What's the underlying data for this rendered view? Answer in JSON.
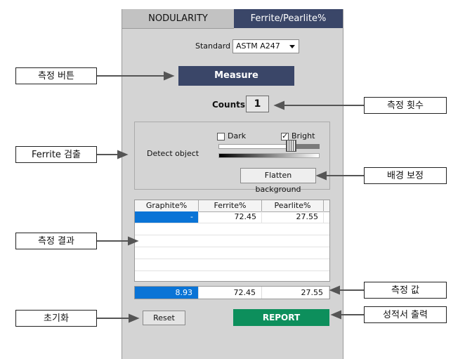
{
  "tabs": [
    {
      "label": "NODULARITY",
      "active": false
    },
    {
      "label": "Ferrite/Pearlite%",
      "active": true
    }
  ],
  "standard": {
    "label": "Standard",
    "selected": "ASTM A247"
  },
  "measure_button": "Measure",
  "counts": {
    "label": "Counts",
    "value": "1"
  },
  "detect": {
    "label": "Detect object",
    "dark_label": "Dark",
    "dark_checked": false,
    "bright_label": "Bright",
    "bright_checked": true,
    "flatten_button": "Flatten background"
  },
  "result_table": {
    "headers": [
      "Graphite%",
      "Ferrite%",
      "Pearlite%"
    ],
    "rows": [
      [
        "-",
        "72.45",
        "27.55"
      ]
    ]
  },
  "value_row": [
    "8.93",
    "72.45",
    "27.55"
  ],
  "reset_button": "Reset",
  "report_button": "REPORT",
  "annotations": {
    "measure_button": "측정 버튼",
    "ferrite_detect": "Ferrite 검출",
    "result": "측정 결과",
    "reset": "초기화",
    "count": "측정 횟수",
    "flatten": "배경 보정",
    "value": "측정 값",
    "report": "성적서 출력"
  },
  "colors": {
    "active_tab": "#3a4668",
    "measure_button": "#3a4668",
    "report_button": "#0d8f5c",
    "selection": "#0a74d6",
    "panel": "#d4d4d4"
  }
}
